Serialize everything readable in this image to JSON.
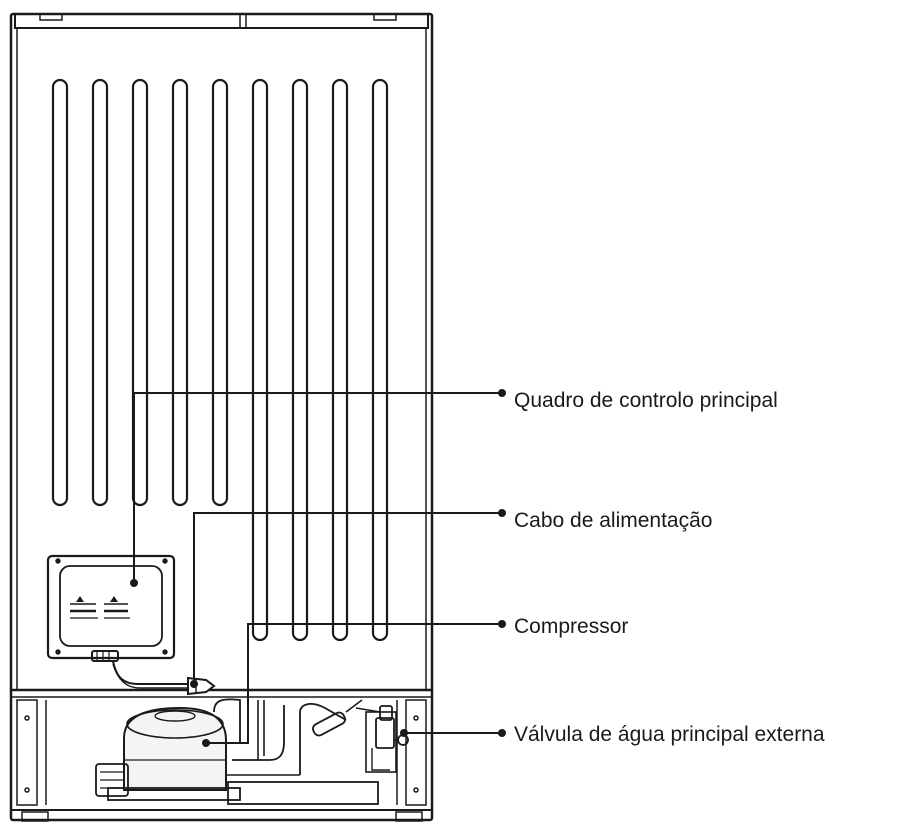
{
  "callouts": [
    {
      "label": "Quadro de controlo principal"
    },
    {
      "label": "Cabo de alimentação"
    },
    {
      "label": "Compressor"
    },
    {
      "label": "Válvula de água principal externa"
    }
  ],
  "colors": {
    "line": "#1a1a1a",
    "background": "#ffffff",
    "fill": "#f4f4f4"
  }
}
